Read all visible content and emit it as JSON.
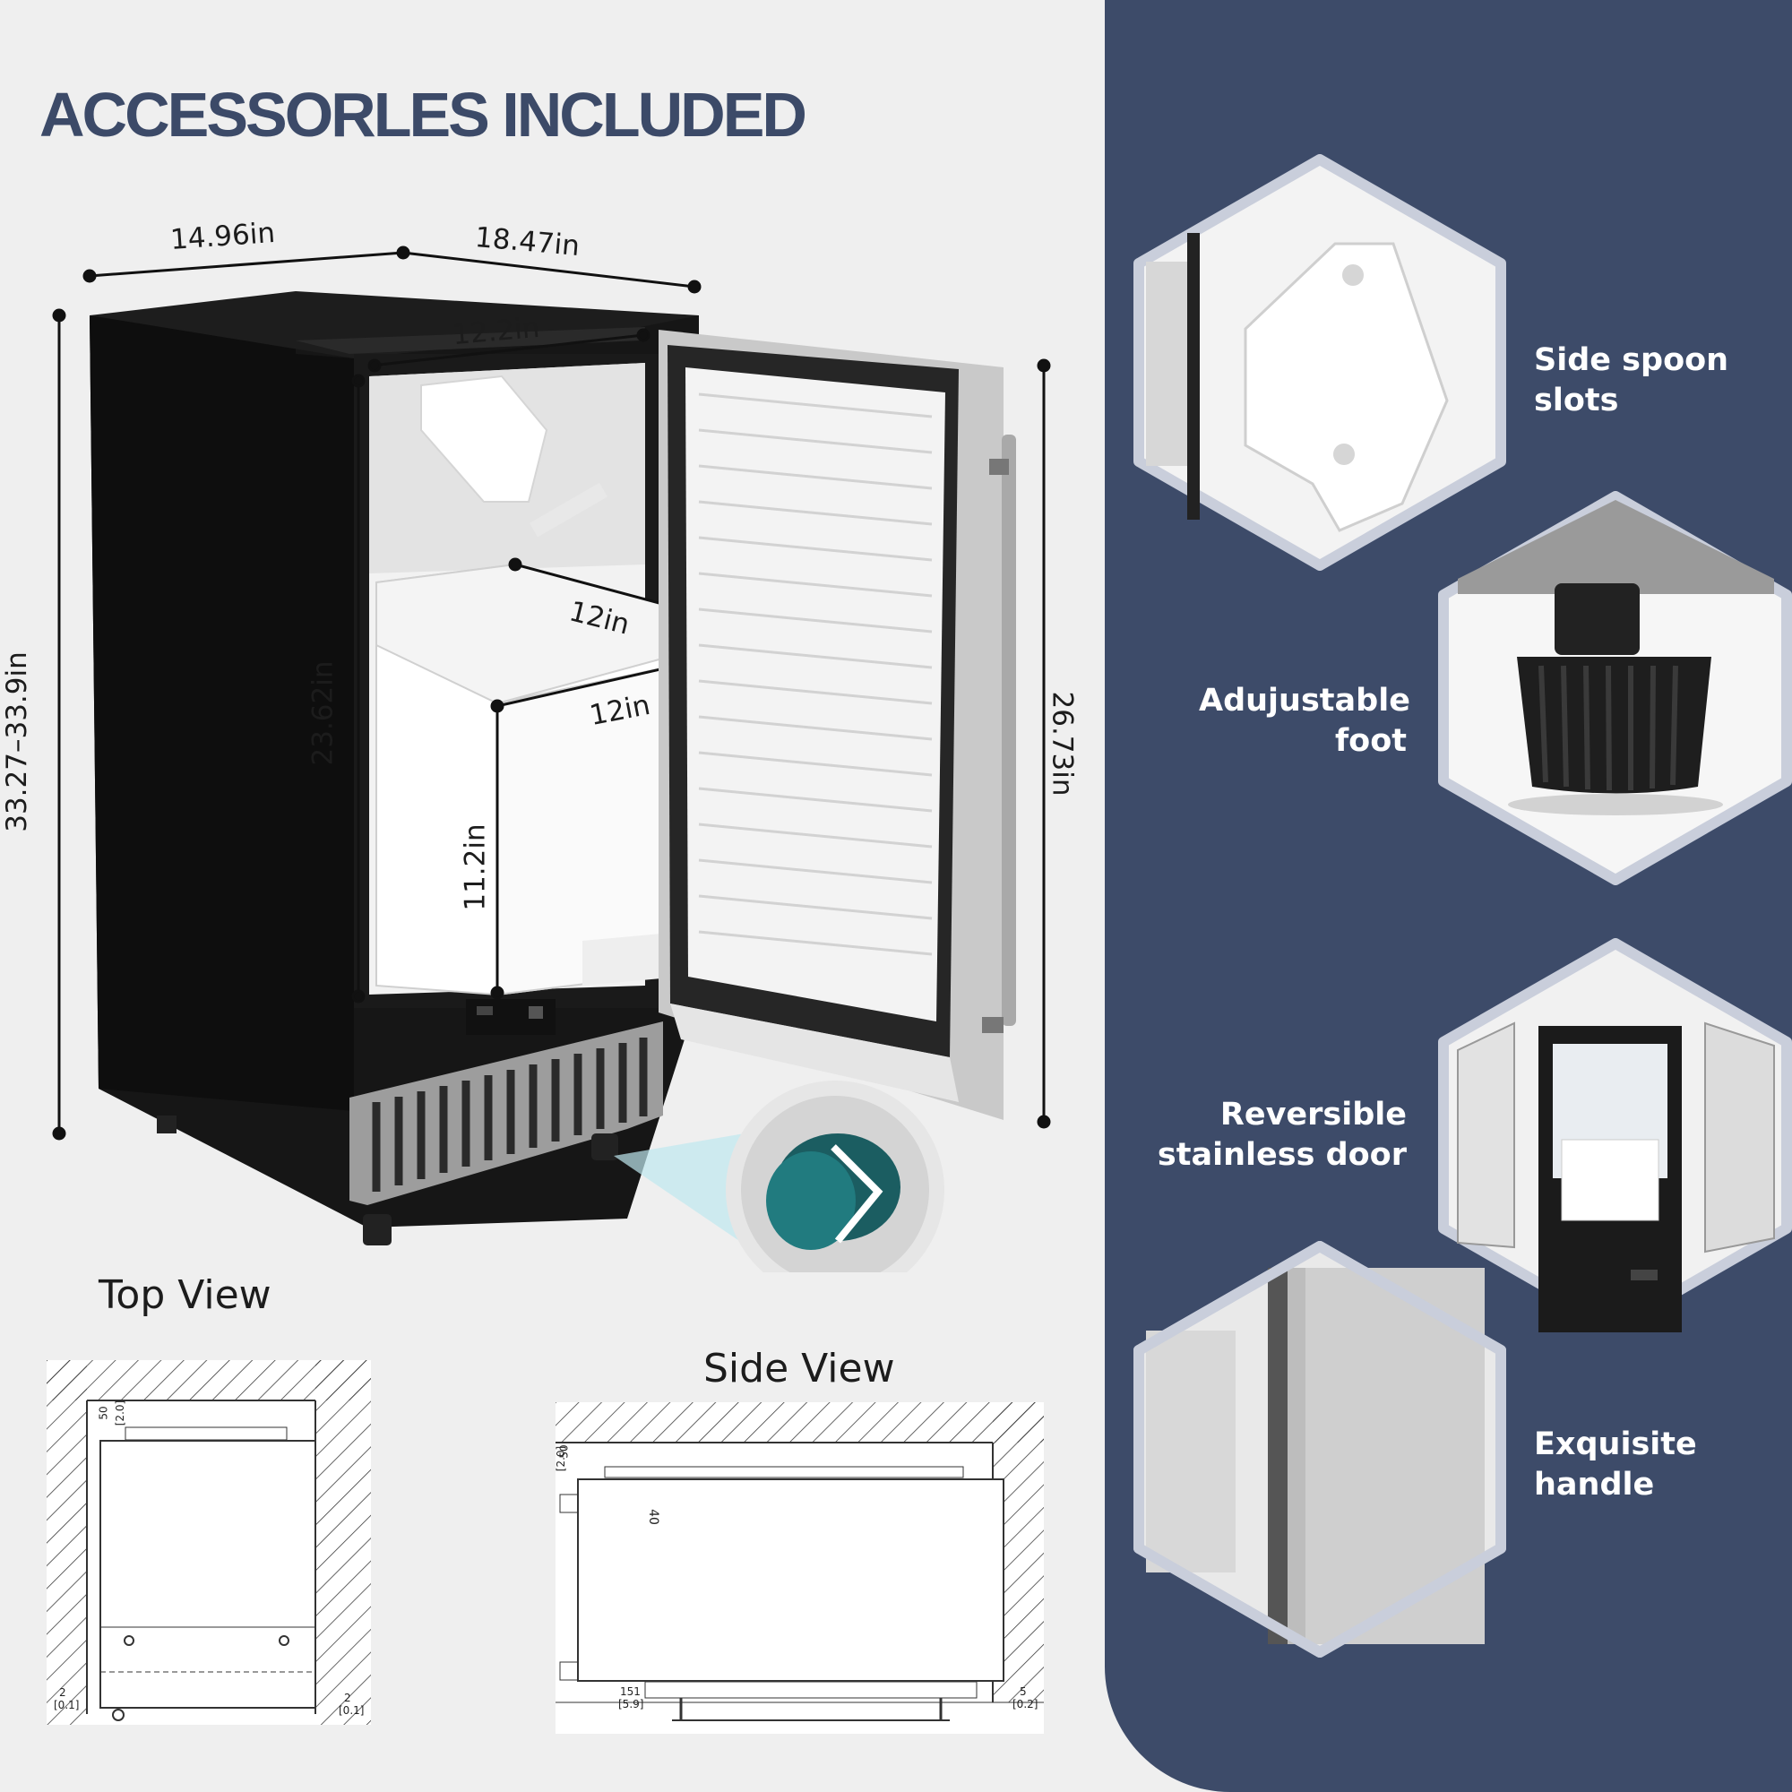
{
  "title": "ACCESSORLES INCLUDED",
  "dimensions": {
    "width": "14.96in",
    "depth": "18.47in",
    "inner_width": "12.2in",
    "total_height": "33.27–33.9in",
    "inner_height": "23.62in",
    "bin_depth": "12in",
    "bin_width": "12in",
    "bin_height": "11.2in",
    "door_height": "26.73in"
  },
  "views": {
    "top_title": "Top View",
    "side_title": "Side View",
    "top_labels": {
      "gap_top": "50",
      "gap_top_in": "[2.0]",
      "left": "2",
      "left_in": "[0.1]",
      "right": "2",
      "right_in": "[0.1]"
    },
    "side_labels": {
      "gap_top": "50",
      "gap_top_in": "[2.0]",
      "depth_mark": "40",
      "bottom_left": "151",
      "bottom_left_in": "[5.9]",
      "bottom_right": "5",
      "bottom_right_in": "[0.2]"
    }
  },
  "features": [
    {
      "line1": "Side spoon",
      "line2": "slots"
    },
    {
      "line1": "Adujustable",
      "line2": "foot"
    },
    {
      "line1": "Reversible",
      "line2": "stainless door"
    },
    {
      "line1": "Exquisite",
      "line2": "handle"
    }
  ],
  "colors": {
    "panel": "#3d4b69",
    "title": "#3c4a68",
    "hex_border": "#c9cedb"
  }
}
